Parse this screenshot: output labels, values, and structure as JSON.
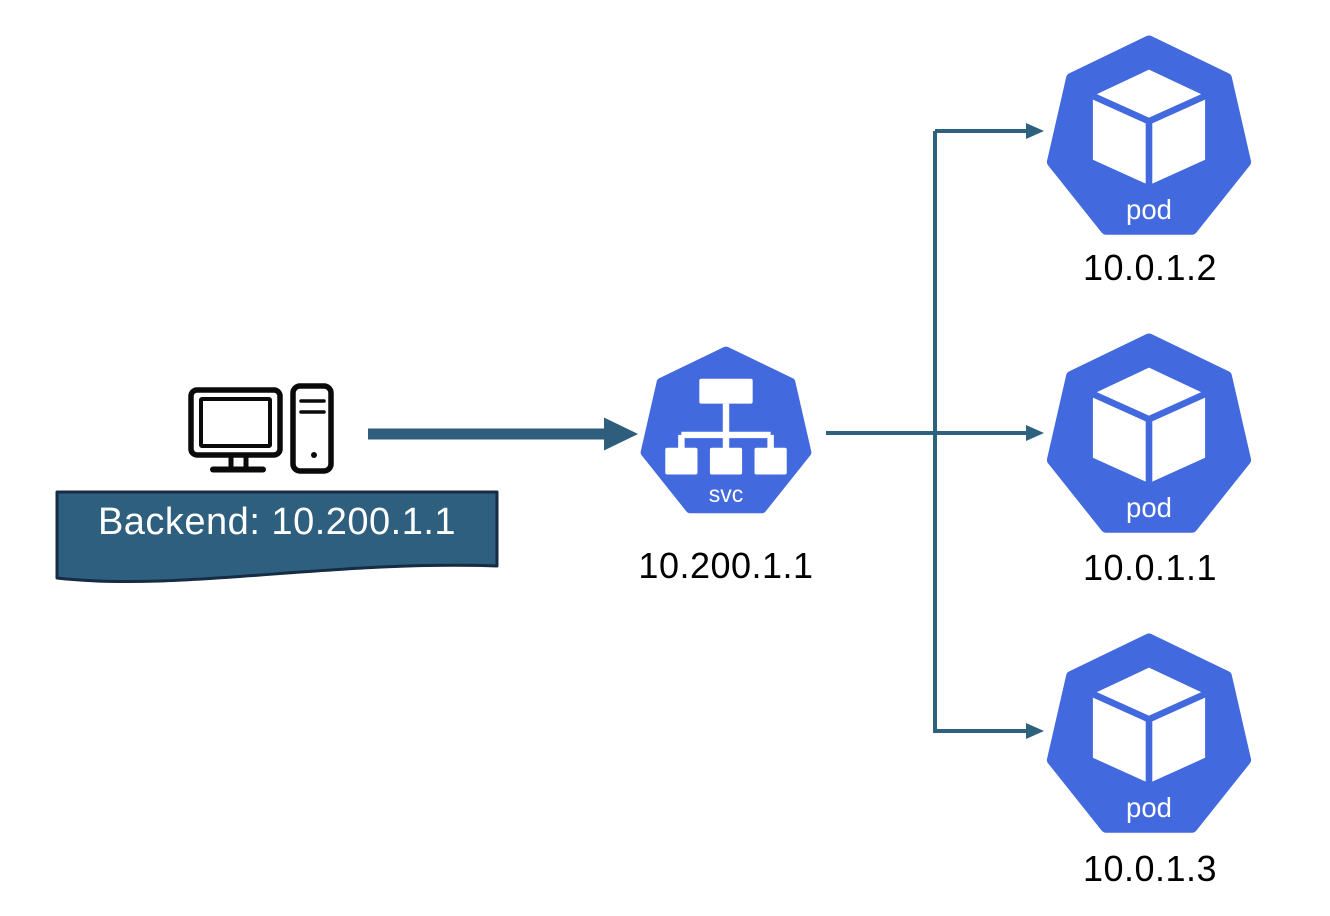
{
  "diagram": {
    "kind": "kubernetes-service-load-balancing",
    "background": "#ffffff"
  },
  "colors": {
    "kubernetes_blue": "#4269DE",
    "banner_fill": "#2F5F7E",
    "banner_border": "#152C44",
    "arrow_teal": "#2E617E",
    "label_text": "#000000",
    "icon_glyph": "#FFFFFF"
  },
  "client": {
    "icon": "desktop-computer-icon",
    "banner_label": "Backend: 10.200.1.1"
  },
  "service": {
    "icon": "kubernetes-service-icon",
    "icon_text": "svc",
    "label": "10.200.1.1"
  },
  "pods": [
    {
      "icon": "kubernetes-pod-icon",
      "icon_text": "pod",
      "label": "10.0.1.2"
    },
    {
      "icon": "kubernetes-pod-icon",
      "icon_text": "pod",
      "label": "10.0.1.1"
    },
    {
      "icon": "kubernetes-pod-icon",
      "icon_text": "pod",
      "label": "10.0.1.3"
    }
  ],
  "connections": [
    {
      "from": "client-computer",
      "to": "service",
      "style": "thick-arrow"
    },
    {
      "from": "service",
      "to": "pod-1",
      "style": "thin-arrow"
    },
    {
      "from": "service",
      "to": "pod-2",
      "style": "thin-arrow"
    },
    {
      "from": "service",
      "to": "pod-3",
      "style": "thin-arrow"
    }
  ]
}
